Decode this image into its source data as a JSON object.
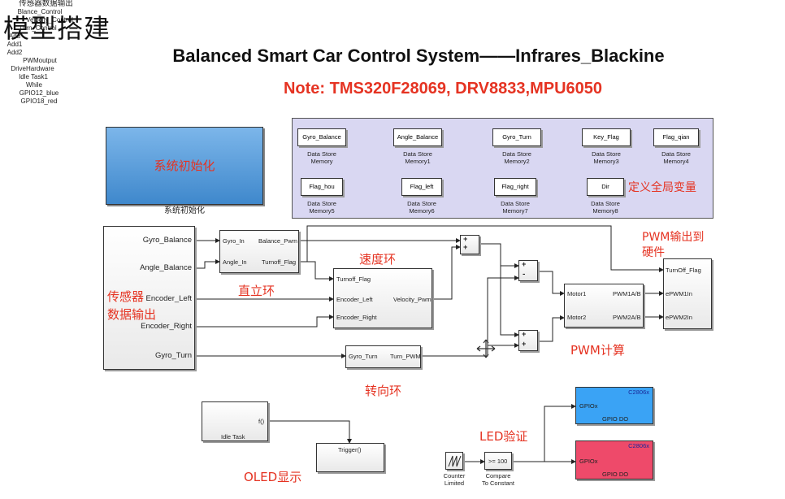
{
  "heading": "模型搭建",
  "title": "Balanced Smart Car Control System——Infrares_Blackine",
  "note": "Note: TMS320F28069, DRV8833,MPU6050",
  "init_block": {
    "label": "系统初始化",
    "caption": "系统初始化"
  },
  "global_vars": {
    "annotation": "定义全局变量",
    "memories": [
      {
        "name": "Gyro_Balance",
        "caption1": "Data Store",
        "caption2": "Memory"
      },
      {
        "name": "Angle_Balance",
        "caption1": "Data Store",
        "caption2": "Memory1"
      },
      {
        "name": "Gyro_Turn",
        "caption1": "Data Store",
        "caption2": "Memory2"
      },
      {
        "name": "Key_Flag",
        "caption1": "Data Store",
        "caption2": "Memory3"
      },
      {
        "name": "Flag_qian",
        "caption1": "Data Store",
        "caption2": "Memory4"
      },
      {
        "name": "Flag_hou",
        "caption1": "Data Store",
        "caption2": "Memory5"
      },
      {
        "name": "Flag_left",
        "caption1": "Data Store",
        "caption2": "Memory6"
      },
      {
        "name": "Flag_right",
        "caption1": "Data Store",
        "caption2": "Memory7"
      },
      {
        "name": "Dir",
        "caption1": "Data Store",
        "caption2": "Memory8"
      }
    ]
  },
  "sensor": {
    "caption": "传感器数据输出",
    "annotation_line1": "传感器",
    "annotation_line2": "数据输出",
    "outputs": [
      "Gyro_Balance",
      "Angle_Balance",
      "Encoder_Left",
      "Encoder_Right",
      "Gyro_Turn"
    ]
  },
  "balance": {
    "in1": "Gyro_In",
    "in2": "Angle_In",
    "out1": "Balance_Pwm",
    "out2": "Turnoff_Flag",
    "caption": "Blance_Control",
    "annotation": "直立环"
  },
  "velocity": {
    "in1": "Turnoff_Flag",
    "in2": "Encoder_Left",
    "in3": "Encoder_Right",
    "out1": "Velocity_Pwm",
    "caption": "Velocity_Control",
    "annotation": "速度环"
  },
  "turn": {
    "in1": "Gyro_Turn",
    "out1": "Turn_PWM",
    "caption": "Turn_Control",
    "annotation": "转向环"
  },
  "add": {
    "caption": "Add",
    "sign": "+"
  },
  "add1": {
    "caption": "Add1",
    "sign_plus": "+",
    "sign_minus": "-"
  },
  "add2": {
    "caption": "Add2",
    "sign": "+"
  },
  "pwm_output": {
    "in1": "Motor1",
    "in2": "Motor2",
    "out1": "PWM1A/B",
    "out2": "PWM2A/B",
    "caption": "PWMoutput",
    "annotation": "PWM计算"
  },
  "drive": {
    "in1": "TurnOff_Flag",
    "in2": "ePWM1In",
    "in3": "ePWM2In",
    "caption": "DriveHardware",
    "annotation_line1": "PWM输出到",
    "annotation_line2": "硬件"
  },
  "idle": {
    "port": "f()",
    "inner": "Idle Task",
    "caption": "Idle Task1"
  },
  "while": {
    "port": "Trigger()",
    "caption": "While",
    "annotation": "OLED显示"
  },
  "counter": {
    "caption1": "Counter",
    "caption2": "Limited"
  },
  "compare": {
    "label": ">= 100",
    "caption1": "Compare",
    "caption2": "To Constant"
  },
  "led_annotation": "LED验证",
  "gpio_blue": {
    "chip": "C2806x",
    "port": "GPIOx",
    "label": "GPIO DO",
    "caption": "GPIO12_blue",
    "color": "#3aa3f5"
  },
  "gpio_red": {
    "chip": "C2806x",
    "port": "GPIOx",
    "label": "GPIO DO",
    "caption": "GPIO18_red",
    "color": "#ee4a6a"
  },
  "colors": {
    "accent": "#e53322",
    "panel": "#d9d7f2",
    "init_block": "#4f9ad8"
  }
}
